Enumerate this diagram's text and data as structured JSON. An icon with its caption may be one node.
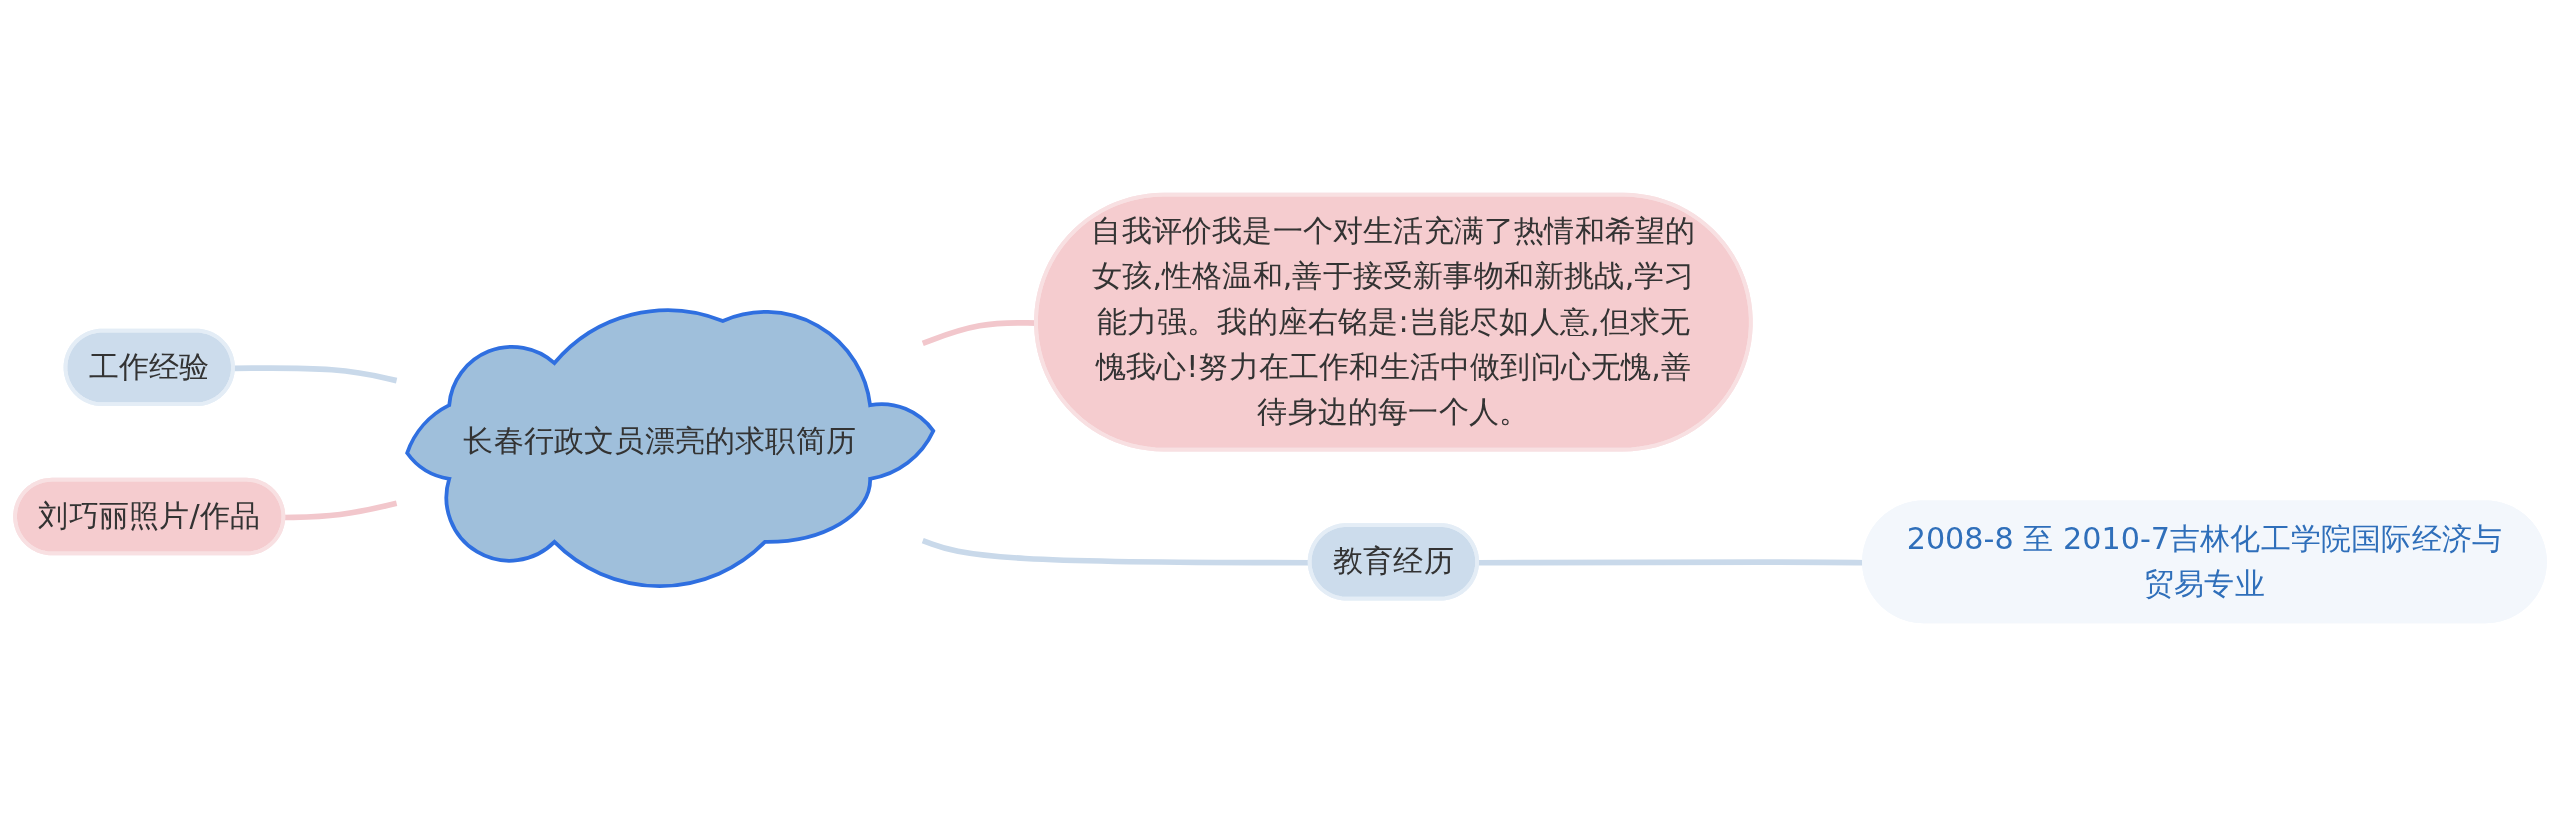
{
  "diagram": {
    "nodes": [
      {
        "text": [
          "长春行政文员漂亮的求职简历"
        ]
      },
      {
        "text": [
          "工作经验"
        ]
      },
      {
        "text": [
          "刘巧丽照片/作品"
        ]
      },
      {
        "text": [
          "自我评价我是一个对生活充满了热情和希望的女孩,性格温和,善于接受新事物和新挑战,学习能力强。我的座右铭是:岂能尽如人意,但求无愧我心!努力在工作和生活中做到问心无愧,善待身边的每一个人。"
        ]
      },
      {
        "text": [
          "教育经历"
        ]
      },
      {
        "text": [
          "2008-8 至 2010-7吉林化工学院国际经济与贸易专业"
        ]
      }
    ],
    "edges": [
      {
        "from": 1,
        "to": 0,
        "arrow": "none"
      },
      {
        "from": 2,
        "to": 0,
        "arrow": "none",
        "color": "#f2c7cc"
      },
      {
        "from": 0,
        "to": 3,
        "arrow": "none",
        "color": "#f2c7cc"
      },
      {
        "from": 0,
        "to": 4,
        "arrow": "none"
      },
      {
        "from": 4,
        "to": 5,
        "arrow": "none"
      }
    ]
  }
}
